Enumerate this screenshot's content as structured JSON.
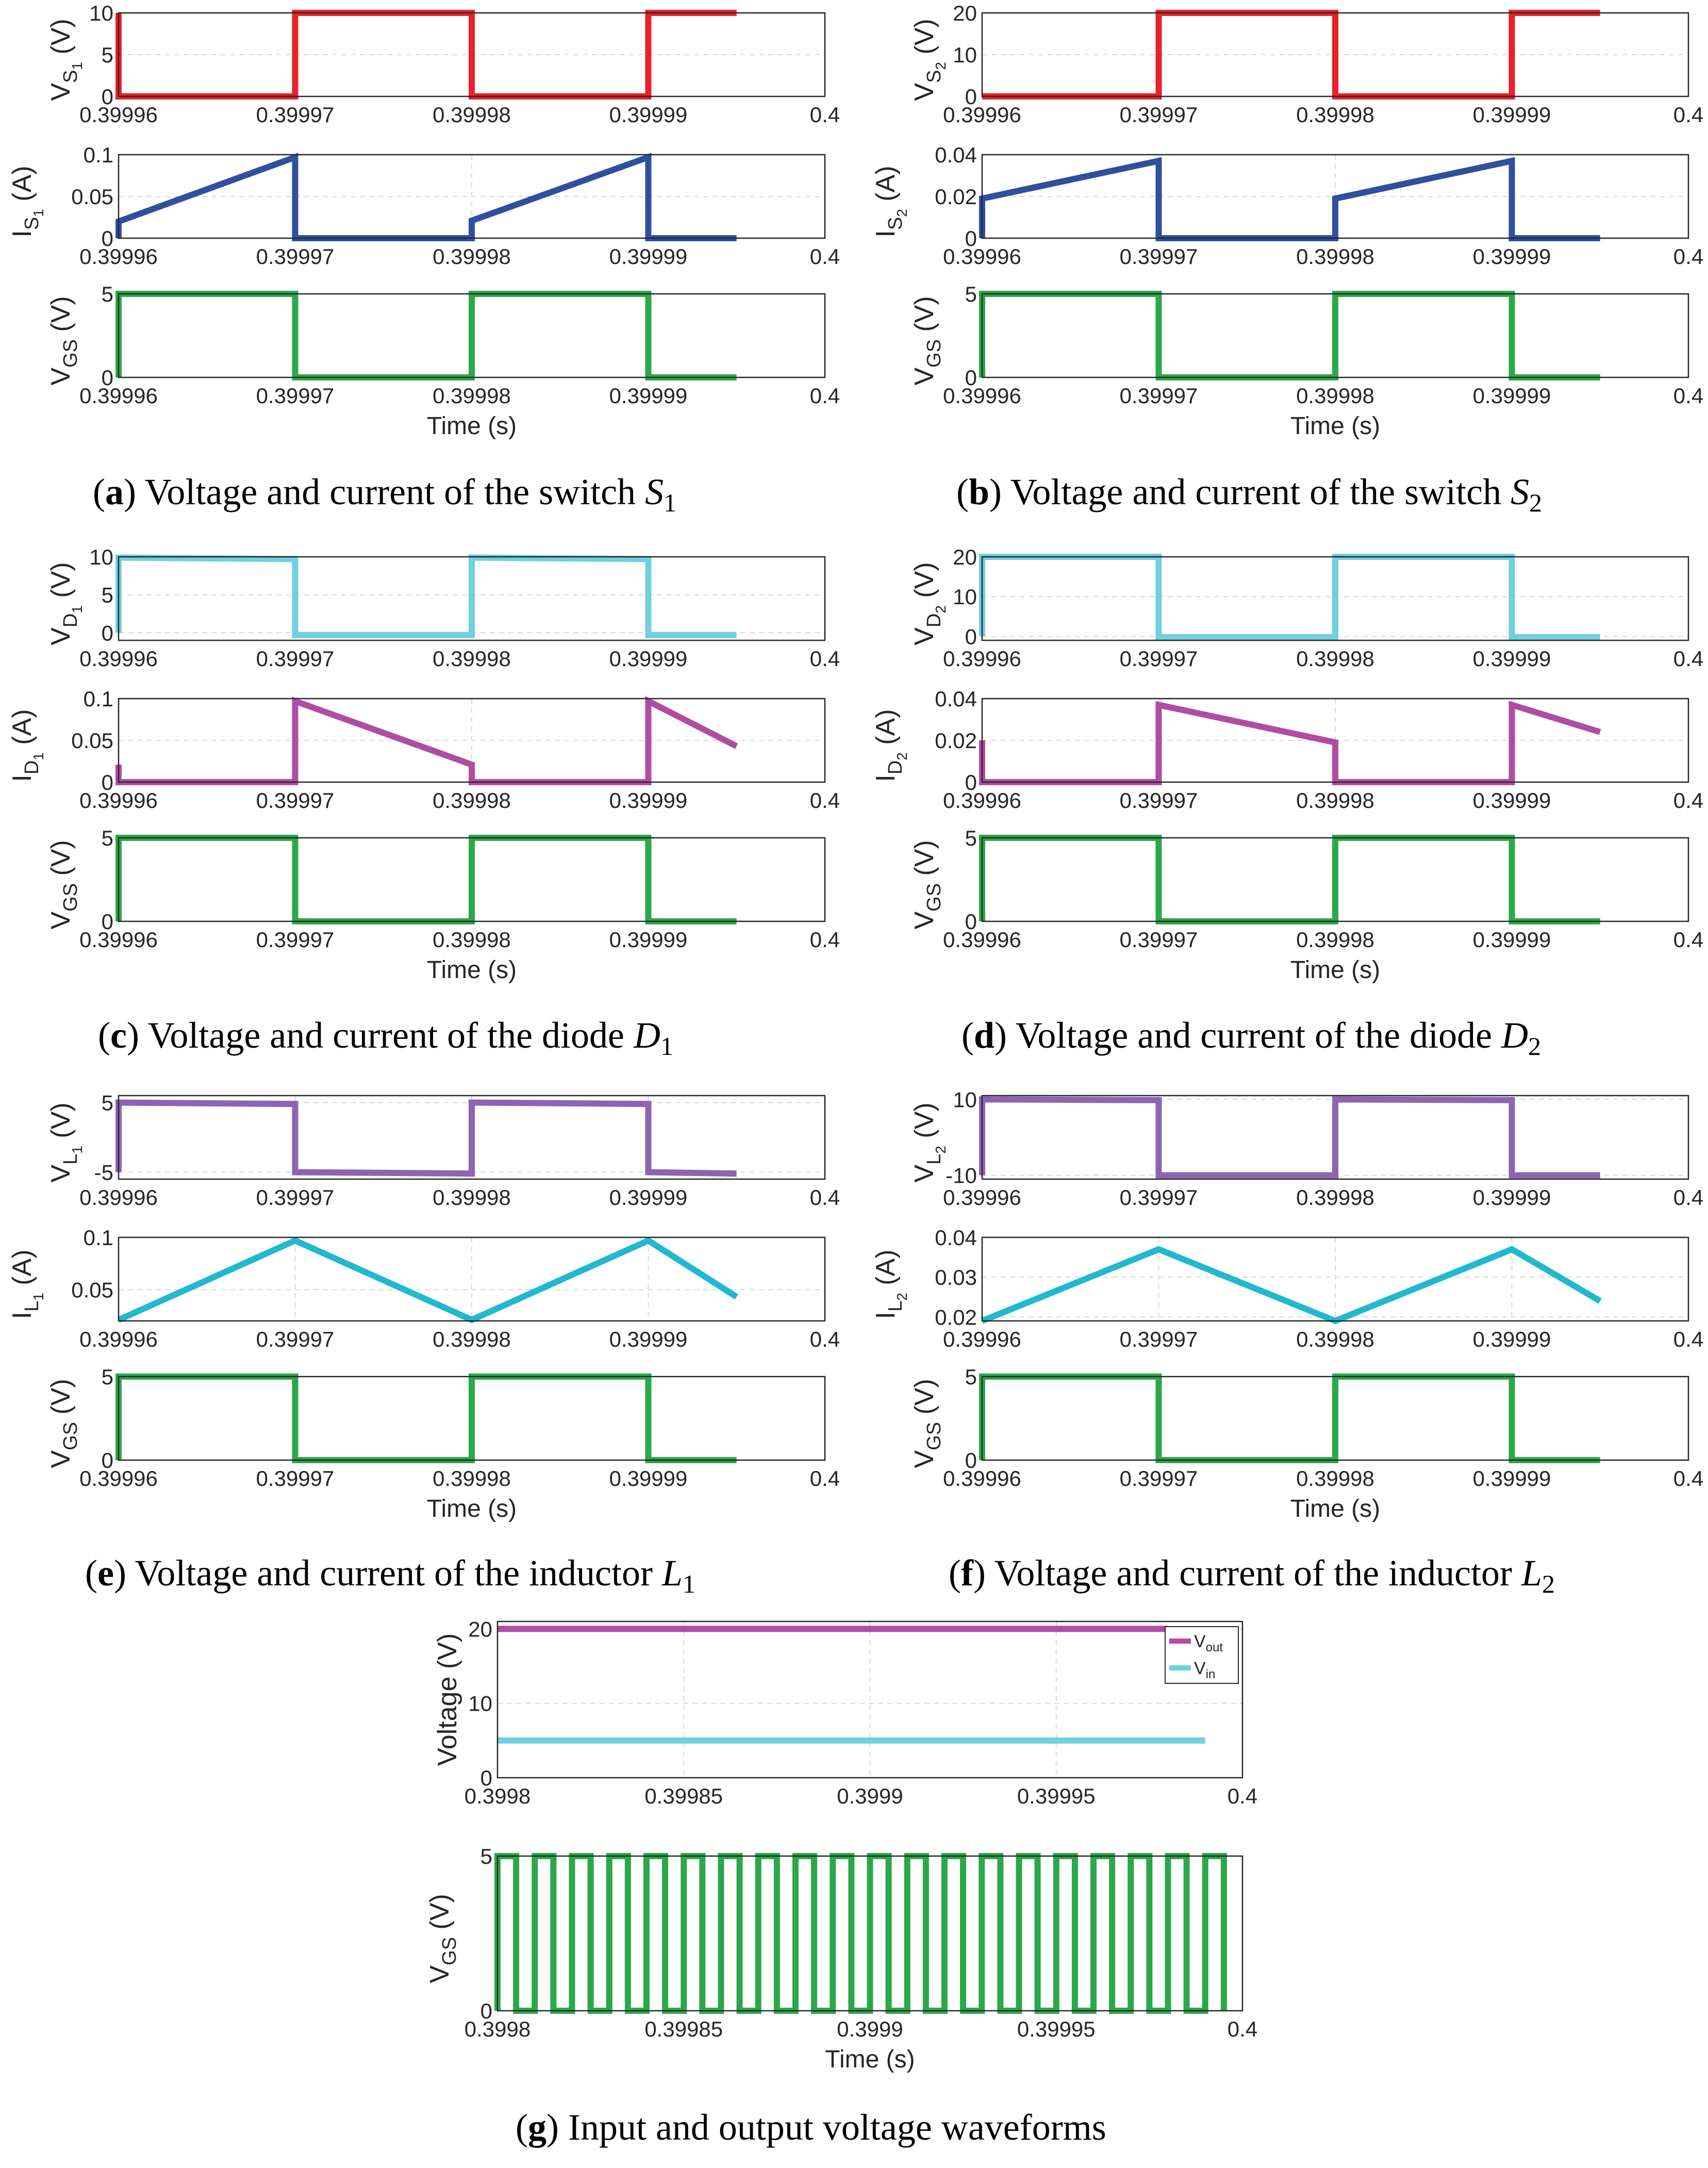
{
  "colors": {
    "red": "#e8212a",
    "blue": "#2f4f9f",
    "green": "#2ba84a",
    "cyan": "#6fd0df",
    "magenta": "#b14ca3",
    "purple": "#8e63b4",
    "teal": "#22b8cf",
    "grid": "#d8d8d8"
  },
  "xaxis": {
    "ticks": [
      "0.39996",
      "0.39997",
      "0.39998",
      "0.39999",
      "0.4"
    ],
    "label": "Time (s)"
  },
  "xaxis_g": {
    "ticks": [
      "0.3998",
      "0.39985",
      "0.3999",
      "0.39995",
      "0.4"
    ],
    "label": "Time (s)"
  },
  "chart_data": [
    {
      "panel": "a",
      "type": "line",
      "ylabel": "V_S1 (V)",
      "ylim": [
        0,
        10
      ],
      "yticks": [
        0,
        5,
        10
      ],
      "xlim": [
        0.39996,
        0.4
      ],
      "color": "#e8212a",
      "series": [
        {
          "x": [
            0.39996,
            0.39996,
            0.39997,
            0.39997,
            0.39998,
            0.39998,
            0.39999,
            0.39999,
            0.399995
          ],
          "y": [
            10,
            0,
            0,
            10,
            10,
            0,
            0,
            10,
            10
          ]
        }
      ]
    },
    {
      "panel": "a",
      "type": "line",
      "ylabel": "I_S1 (A)",
      "ylim": [
        0,
        0.1
      ],
      "yticks": [
        0,
        0.05,
        0.1
      ],
      "xlim": [
        0.39996,
        0.4
      ],
      "color": "#2f4f9f",
      "series": [
        {
          "x": [
            0.39996,
            0.39996,
            0.39997,
            0.39997,
            0.39998,
            0.39998,
            0.39999,
            0.39999,
            0.399995
          ],
          "y": [
            0,
            0.02,
            0.097,
            0,
            0,
            0.021,
            0.097,
            0,
            0
          ]
        }
      ]
    },
    {
      "panel": "a",
      "type": "line",
      "ylabel": "V_GS (V)",
      "ylim": [
        0,
        5
      ],
      "yticks": [
        0,
        5
      ],
      "xlim": [
        0.39996,
        0.4
      ],
      "color": "#2ba84a",
      "xlabel": "Time (s)",
      "series": [
        {
          "x": [
            0.39996,
            0.39996,
            0.39997,
            0.39997,
            0.39998,
            0.39998,
            0.39999,
            0.39999,
            0.399995
          ],
          "y": [
            0,
            5,
            5,
            0,
            0,
            5,
            5,
            0,
            0
          ]
        }
      ]
    },
    {
      "panel": "b",
      "type": "line",
      "ylabel": "V_S2 (V)",
      "ylim": [
        0,
        20
      ],
      "yticks": [
        0,
        10,
        20
      ],
      "xlim": [
        0.39996,
        0.4
      ],
      "color": "#e8212a",
      "series": [
        {
          "x": [
            0.39996,
            0.39997,
            0.39997,
            0.39998,
            0.39998,
            0.39999,
            0.39999,
            0.399995
          ],
          "y": [
            0,
            0,
            20,
            20,
            0,
            0,
            20,
            20
          ]
        }
      ]
    },
    {
      "panel": "b",
      "type": "line",
      "ylabel": "I_S2 (A)",
      "ylim": [
        0,
        0.04
      ],
      "yticks": [
        0,
        0.02,
        0.04
      ],
      "xlim": [
        0.39996,
        0.4
      ],
      "color": "#2f4f9f",
      "series": [
        {
          "x": [
            0.39996,
            0.39996,
            0.39997,
            0.39997,
            0.39998,
            0.39998,
            0.39999,
            0.39999,
            0.399995
          ],
          "y": [
            0,
            0.019,
            0.037,
            0,
            0,
            0.019,
            0.037,
            0,
            0
          ]
        }
      ]
    },
    {
      "panel": "b",
      "type": "line",
      "ylabel": "V_GS (V)",
      "ylim": [
        0,
        5
      ],
      "yticks": [
        0,
        5
      ],
      "xlim": [
        0.39996,
        0.4
      ],
      "color": "#2ba84a",
      "xlabel": "Time (s)",
      "series": [
        {
          "x": [
            0.39996,
            0.39996,
            0.39997,
            0.39997,
            0.39998,
            0.39998,
            0.39999,
            0.39999,
            0.399995
          ],
          "y": [
            0,
            5,
            5,
            0,
            0,
            5,
            5,
            0,
            0
          ]
        }
      ]
    },
    {
      "panel": "c",
      "type": "line",
      "ylabel": "V_D1 (V)",
      "ylim": [
        -1,
        10
      ],
      "yticks": [
        0,
        5,
        10
      ],
      "xlim": [
        0.39996,
        0.4
      ],
      "color": "#6fd0df",
      "series": [
        {
          "x": [
            0.39996,
            0.39996,
            0.39997,
            0.39997,
            0.39998,
            0.39998,
            0.39999,
            0.39999,
            0.399995
          ],
          "y": [
            0,
            9.9,
            9.7,
            -0.3,
            -0.3,
            9.9,
            9.7,
            -0.3,
            -0.3
          ]
        }
      ]
    },
    {
      "panel": "c",
      "type": "line",
      "ylabel": "I_D1 (A)",
      "ylim": [
        0,
        0.1
      ],
      "yticks": [
        0,
        0.05,
        0.1
      ],
      "xlim": [
        0.39996,
        0.4
      ],
      "color": "#b14ca3",
      "series": [
        {
          "x": [
            0.39996,
            0.39996,
            0.39996,
            0.39997,
            0.39997,
            0.39998,
            0.39998,
            0.39999,
            0.39999,
            0.399995
          ],
          "y": [
            0.021,
            0,
            0,
            0,
            0.097,
            0.021,
            0,
            0,
            0.097,
            0.043
          ]
        }
      ]
    },
    {
      "panel": "c",
      "type": "line",
      "ylabel": "V_GS (V)",
      "ylim": [
        0,
        5
      ],
      "yticks": [
        0,
        5
      ],
      "xlim": [
        0.39996,
        0.4
      ],
      "color": "#2ba84a",
      "xlabel": "Time (s)",
      "series": [
        {
          "x": [
            0.39996,
            0.39996,
            0.39997,
            0.39997,
            0.39998,
            0.39998,
            0.39999,
            0.39999,
            0.399995
          ],
          "y": [
            0,
            5,
            5,
            0,
            0,
            5,
            5,
            0,
            0
          ]
        }
      ]
    },
    {
      "panel": "d",
      "type": "line",
      "ylabel": "V_D2 (V)",
      "ylim": [
        -1,
        20
      ],
      "yticks": [
        0,
        10,
        20
      ],
      "xlim": [
        0.39996,
        0.4
      ],
      "color": "#6fd0df",
      "series": [
        {
          "x": [
            0.39996,
            0.39996,
            0.39997,
            0.39997,
            0.39998,
            0.39998,
            0.39999,
            0.39999,
            0.399995
          ],
          "y": [
            0,
            20,
            20,
            -0.2,
            -0.2,
            20,
            20,
            -0.2,
            -0.2
          ]
        }
      ]
    },
    {
      "panel": "d",
      "type": "line",
      "ylabel": "I_D2 (A)",
      "ylim": [
        0,
        0.04
      ],
      "yticks": [
        0,
        0.02,
        0.04
      ],
      "xlim": [
        0.39996,
        0.4
      ],
      "color": "#b14ca3",
      "series": [
        {
          "x": [
            0.39996,
            0.39996,
            0.39996,
            0.39997,
            0.39997,
            0.39998,
            0.39998,
            0.39999,
            0.39999,
            0.399995
          ],
          "y": [
            0.02,
            0,
            0,
            0,
            0.037,
            0.019,
            0,
            0,
            0.037,
            0.024
          ]
        }
      ]
    },
    {
      "panel": "d",
      "type": "line",
      "ylabel": "V_GS (V)",
      "ylim": [
        0,
        5
      ],
      "yticks": [
        0,
        5
      ],
      "xlim": [
        0.39996,
        0.4
      ],
      "color": "#2ba84a",
      "xlabel": "Time (s)",
      "series": [
        {
          "x": [
            0.39996,
            0.39996,
            0.39997,
            0.39997,
            0.39998,
            0.39998,
            0.39999,
            0.39999,
            0.399995
          ],
          "y": [
            0,
            5,
            5,
            0,
            0,
            5,
            5,
            0,
            0
          ]
        }
      ]
    },
    {
      "panel": "e",
      "type": "line",
      "ylabel": "V_L1 (V)",
      "ylim": [
        -6,
        6
      ],
      "yticks": [
        -5,
        5
      ],
      "xlim": [
        0.39996,
        0.4
      ],
      "color": "#8e63b4",
      "series": [
        {
          "x": [
            0.39996,
            0.39996,
            0.39997,
            0.39997,
            0.39998,
            0.39998,
            0.39999,
            0.39999,
            0.399995
          ],
          "y": [
            -5,
            5,
            4.8,
            -5,
            -5.2,
            5,
            4.8,
            -5,
            -5.2
          ]
        }
      ]
    },
    {
      "panel": "e",
      "type": "line",
      "ylabel": "I_L1 (A)",
      "ylim": [
        0.02,
        0.1
      ],
      "yticks": [
        0.05,
        0.1
      ],
      "xlim": [
        0.39996,
        0.4
      ],
      "color": "#22b8cf",
      "series": [
        {
          "x": [
            0.39996,
            0.39997,
            0.39998,
            0.39999,
            0.399995
          ],
          "y": [
            0.021,
            0.097,
            0.021,
            0.097,
            0.043
          ]
        }
      ]
    },
    {
      "panel": "e",
      "type": "line",
      "ylabel": "V_GS (V)",
      "ylim": [
        0,
        5
      ],
      "yticks": [
        0,
        5
      ],
      "xlim": [
        0.39996,
        0.4
      ],
      "color": "#2ba84a",
      "xlabel": "Time (s)",
      "series": [
        {
          "x": [
            0.39996,
            0.39996,
            0.39997,
            0.39997,
            0.39998,
            0.39998,
            0.39999,
            0.39999,
            0.399995
          ],
          "y": [
            0,
            5,
            5,
            0,
            0,
            5,
            5,
            0,
            0
          ]
        }
      ]
    },
    {
      "panel": "f",
      "type": "line",
      "ylabel": "V_L2 (V)",
      "ylim": [
        -11,
        11
      ],
      "yticks": [
        -10,
        10
      ],
      "xlim": [
        0.39996,
        0.4
      ],
      "color": "#8e63b4",
      "series": [
        {
          "x": [
            0.39996,
            0.39996,
            0.39997,
            0.39997,
            0.39998,
            0.39998,
            0.39999,
            0.39999,
            0.399995
          ],
          "y": [
            -10,
            10,
            9.8,
            -10,
            -10,
            10,
            9.8,
            -10,
            -10
          ]
        }
      ]
    },
    {
      "panel": "f",
      "type": "line",
      "ylabel": "I_L2 (A)",
      "ylim": [
        0.019,
        0.04
      ],
      "yticks": [
        0.02,
        0.03,
        0.04
      ],
      "xlim": [
        0.39996,
        0.4
      ],
      "color": "#22b8cf",
      "series": [
        {
          "x": [
            0.39996,
            0.39997,
            0.39998,
            0.39999,
            0.399995
          ],
          "y": [
            0.019,
            0.037,
            0.019,
            0.037,
            0.024
          ]
        }
      ]
    },
    {
      "panel": "f",
      "type": "line",
      "ylabel": "V_GS (V)",
      "ylim": [
        0,
        5
      ],
      "yticks": [
        0,
        5
      ],
      "xlim": [
        0.39996,
        0.4
      ],
      "color": "#2ba84a",
      "xlabel": "Time (s)",
      "series": [
        {
          "x": [
            0.39996,
            0.39996,
            0.39997,
            0.39997,
            0.39998,
            0.39998,
            0.39999,
            0.39999,
            0.399995
          ],
          "y": [
            0,
            5,
            5,
            0,
            0,
            5,
            5,
            0,
            0
          ]
        }
      ]
    },
    {
      "panel": "g",
      "type": "line",
      "ylabel": "Voltage (V)",
      "ylim": [
        0,
        21
      ],
      "yticks": [
        0,
        10,
        20
      ],
      "xlim": [
        0.3998,
        0.4
      ],
      "xlabel": "",
      "legend": "top-right",
      "series": [
        {
          "name": "V_out",
          "color": "#b14ca3",
          "x": [
            0.3998,
            0.39998
          ],
          "y": [
            20,
            20
          ]
        },
        {
          "name": "V_in",
          "color": "#6fd0df",
          "x": [
            0.3998,
            0.39999
          ],
          "y": [
            5,
            5
          ]
        }
      ]
    },
    {
      "panel": "g",
      "type": "line",
      "ylabel": "V_GS (V)",
      "ylim": [
        0,
        5
      ],
      "yticks": [
        0,
        5
      ],
      "xlim": [
        0.3998,
        0.4
      ],
      "color": "#2ba84a",
      "xlabel": "Time (s)",
      "series": [
        {
          "period": 1e-05,
          "duty": 0.5,
          "start": 0.3998,
          "end": 0.399995,
          "high": 5,
          "low": 0
        }
      ]
    }
  ],
  "captions": [
    {
      "label": "a",
      "text": "Voltage and current of the switch ",
      "sym": "S",
      "sub": "1"
    },
    {
      "label": "b",
      "text": "Voltage and current of the switch ",
      "sym": "S",
      "sub": "2"
    },
    {
      "label": "c",
      "text": "Voltage and current of the diode ",
      "sym": "D",
      "sub": "1"
    },
    {
      "label": "d",
      "text": "Voltage and current of the diode ",
      "sym": "D",
      "sub": "2"
    },
    {
      "label": "e",
      "text": "Voltage and current of the inductor ",
      "sym": "L",
      "sub": "1"
    },
    {
      "label": "f",
      "text": "Voltage and current of the inductor ",
      "sym": "L",
      "sub": "2"
    },
    {
      "label": "g",
      "text": "Input and output voltage waveforms",
      "sym": "",
      "sub": ""
    }
  ]
}
